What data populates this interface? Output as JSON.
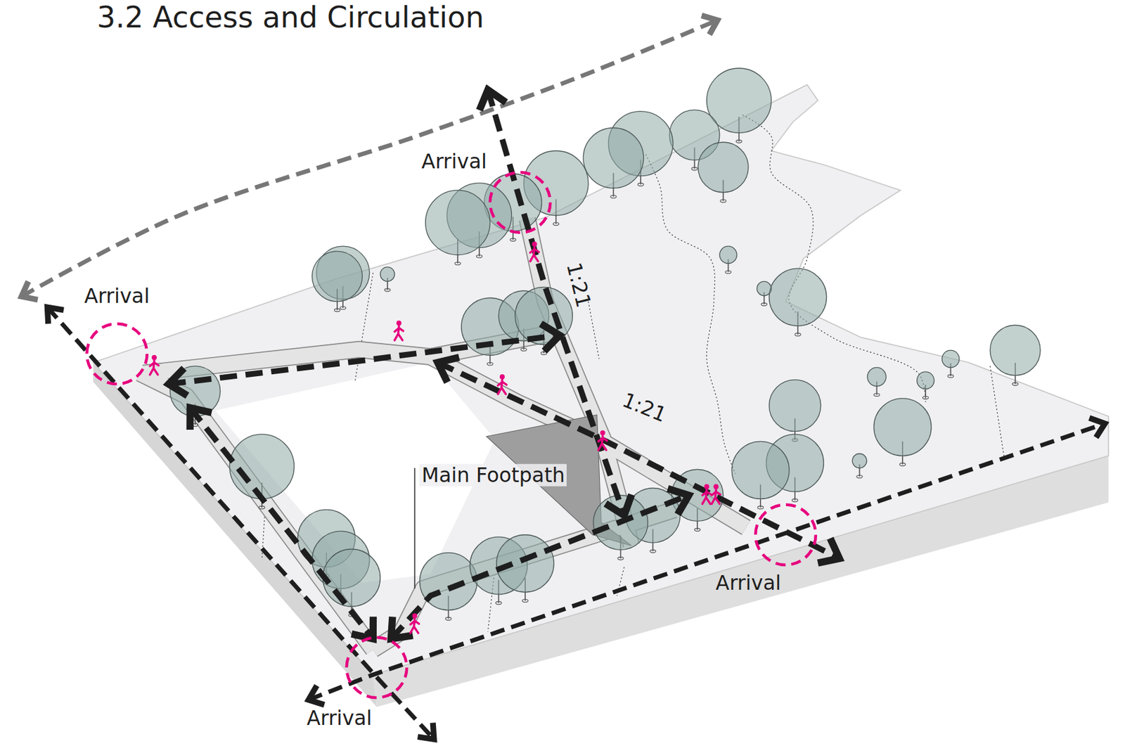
{
  "diagram": {
    "title": "3.2 Access and Circulation",
    "labels": [
      "Arrival",
      "Arrival",
      "1:21",
      "1:21",
      "Main Footpath",
      "Arrival",
      "Arrival"
    ]
  }
}
